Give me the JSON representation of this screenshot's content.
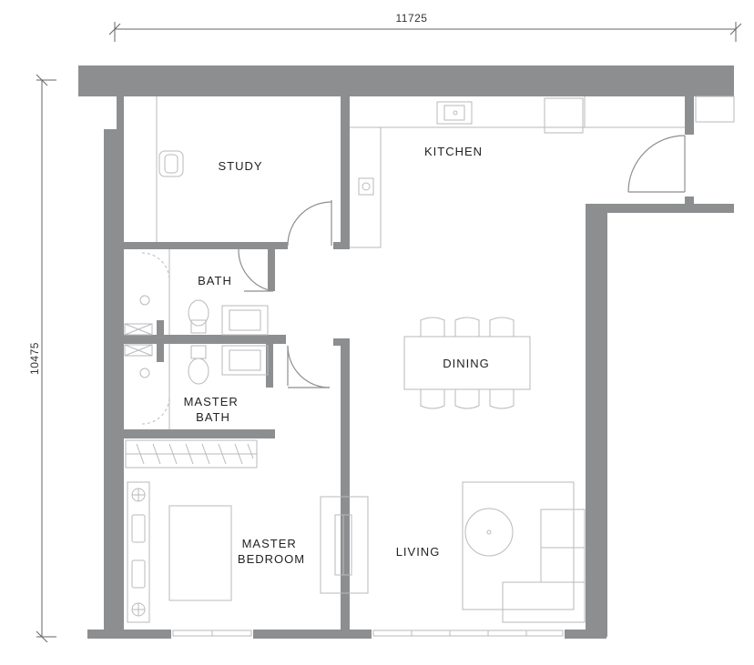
{
  "dimensions": {
    "width": "11725",
    "height": "10475"
  },
  "rooms": {
    "study": "STUDY",
    "kitchen": "KITCHEN",
    "bath": "BATH",
    "master_bath": [
      "MASTER",
      "BATH"
    ],
    "dining": "DINING",
    "master_bedroom": [
      "MASTER",
      "BEDROOM"
    ],
    "living": "LIVING"
  },
  "colors": {
    "wall": "#8d8e90",
    "furniture_line": "#b9babc",
    "text": "#222222"
  }
}
